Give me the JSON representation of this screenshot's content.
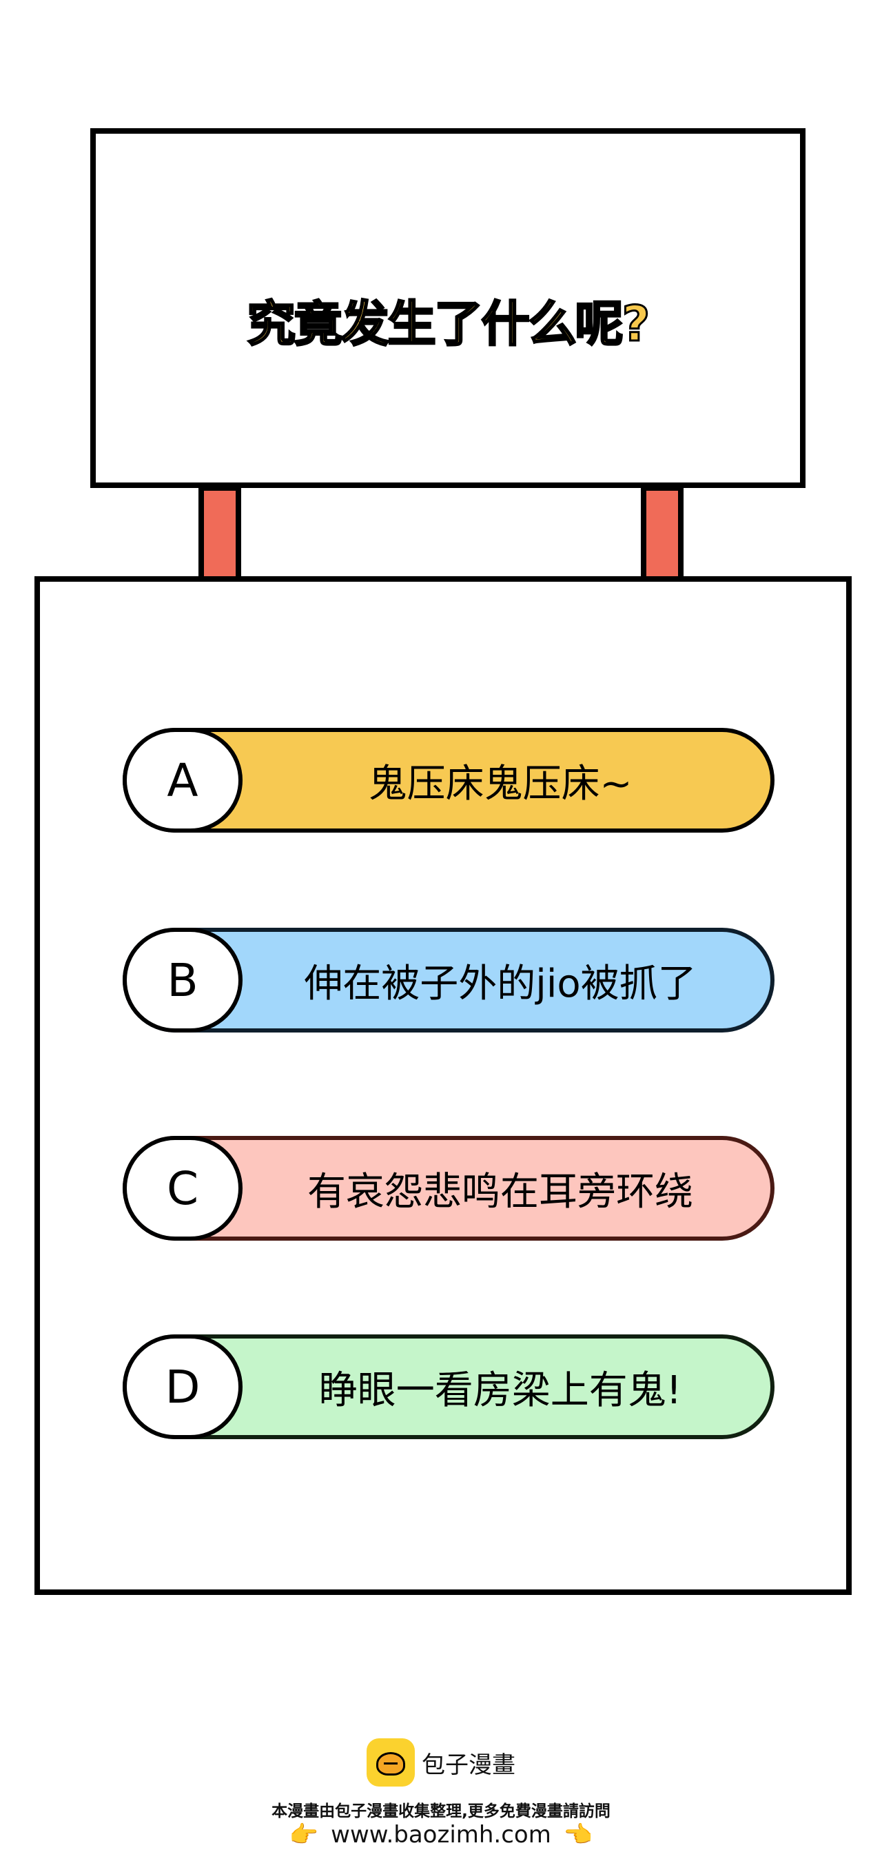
{
  "sign": {
    "title": "究竟发生了什么呢?"
  },
  "options": [
    {
      "letter": "A",
      "text": "鬼压床鬼压床~",
      "color": "#f7c952"
    },
    {
      "letter": "B",
      "text": "伸在被子外的jio被抓了",
      "color": "#a2d7fb"
    },
    {
      "letter": "C",
      "text": "有哀怨悲鸣在耳旁环绕",
      "color": "#fdc6be"
    },
    {
      "letter": "D",
      "text": "睁眼一看房梁上有鬼!",
      "color": "#c5f5ca"
    }
  ],
  "footer": {
    "brand_name": "包子漫畫",
    "notice": "本漫畫由包子漫畫收集整理,更多免費漫畫請訪問",
    "url": "www.baozimh.com",
    "left_icon": "pointing-hand-right",
    "right_icon": "pointing-hand-left",
    "logo_color": "#fbd22e"
  },
  "colors": {
    "post": "#f06b58",
    "title_fill": "#f7c84d"
  }
}
